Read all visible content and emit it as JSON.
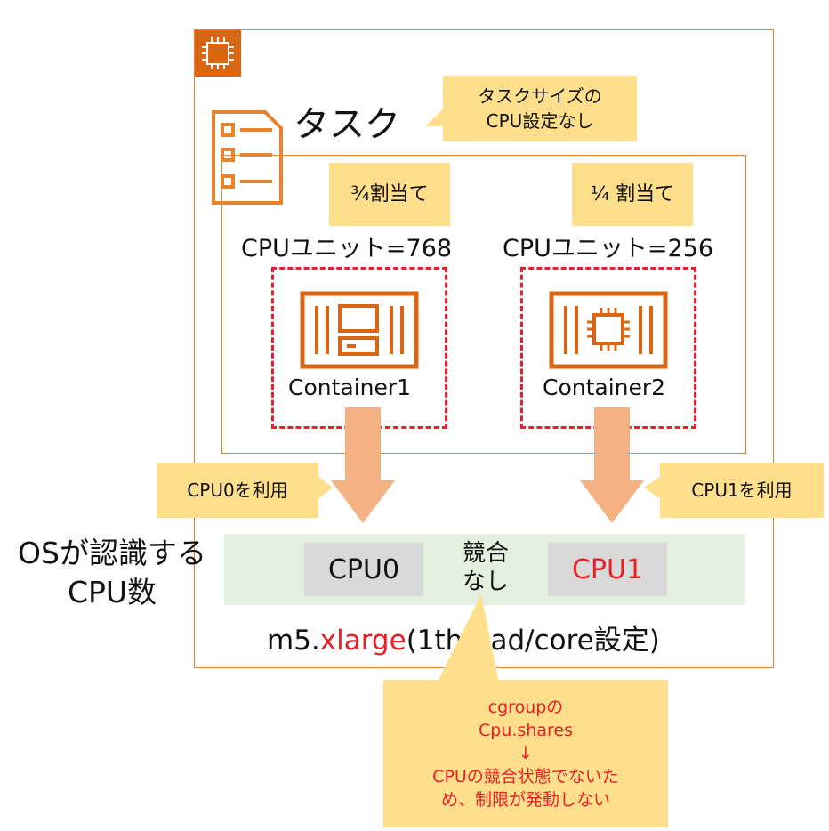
{
  "task": {
    "label": "タスク",
    "setting_note": [
      "タスクサイズの",
      "CPU設定なし"
    ]
  },
  "containers": [
    {
      "alloc_note": "¾割当て",
      "cpu_unit": "CPUユニット=768",
      "name": "Container1",
      "use_note": "CPU0を利用"
    },
    {
      "alloc_note": "¼ 割当て",
      "cpu_unit": "CPUユニット=256",
      "name": "Container2",
      "use_note": "CPU1を利用"
    }
  ],
  "os": {
    "label_line1": "OSが認識する",
    "label_line2": "CPU数",
    "cpu0": "CPU0",
    "cpu1": "CPU1",
    "no_contention_line1": "競合",
    "no_contention_line2": "なし"
  },
  "instance_type": {
    "prefix": "m5.",
    "highlight": "xlarge",
    "suffix": "(1thread/core設定)"
  },
  "cgroup_note": {
    "line1": "cgroupの",
    "line2": "Cpu.shares",
    "arrow": "↓",
    "line3": "CPUの競合状態でないた",
    "line4": "め、制限が発動しない"
  },
  "colors": {
    "aws_orange": "#d86613",
    "border_orange": "#e8842f",
    "sticky_yellow": "#ffdf8c",
    "arrow_peach": "#f4b183",
    "dashed_red": "#ea1f27",
    "os_band_green": "#e4efdf",
    "cpu_gray": "#d9d9d9"
  }
}
